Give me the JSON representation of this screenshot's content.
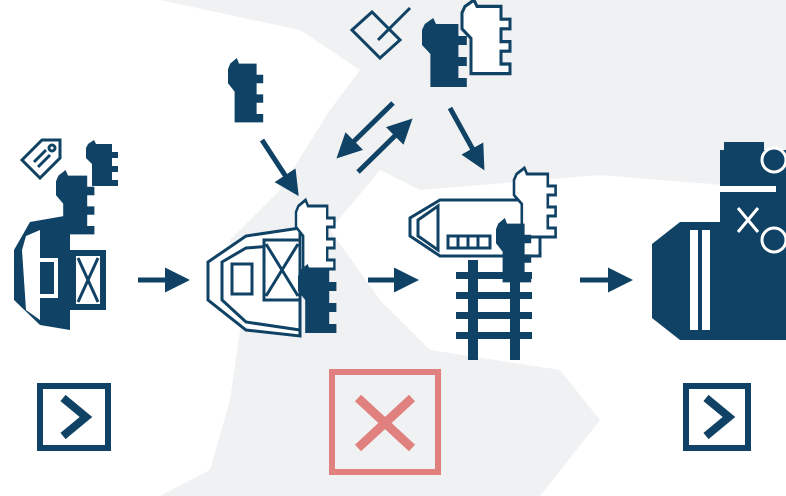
{
  "colors": {
    "navy": "#0f4264",
    "background": "#ffffff",
    "band": "#f0f1f2",
    "cross": "#e1817f"
  },
  "icons": [
    "price-tag-icon",
    "cattle-icon",
    "barn-icon",
    "auction-gavel-icon",
    "livestock-truck-icon",
    "rail-track-icon",
    "processing-plant-icon",
    "cutlery-icon",
    "arrow-icon"
  ],
  "stages": [
    {
      "name": "farm-sale",
      "status": "allowed"
    },
    {
      "name": "barn-transfer",
      "status": "not-allowed"
    },
    {
      "name": "processing",
      "status": "allowed"
    }
  ]
}
